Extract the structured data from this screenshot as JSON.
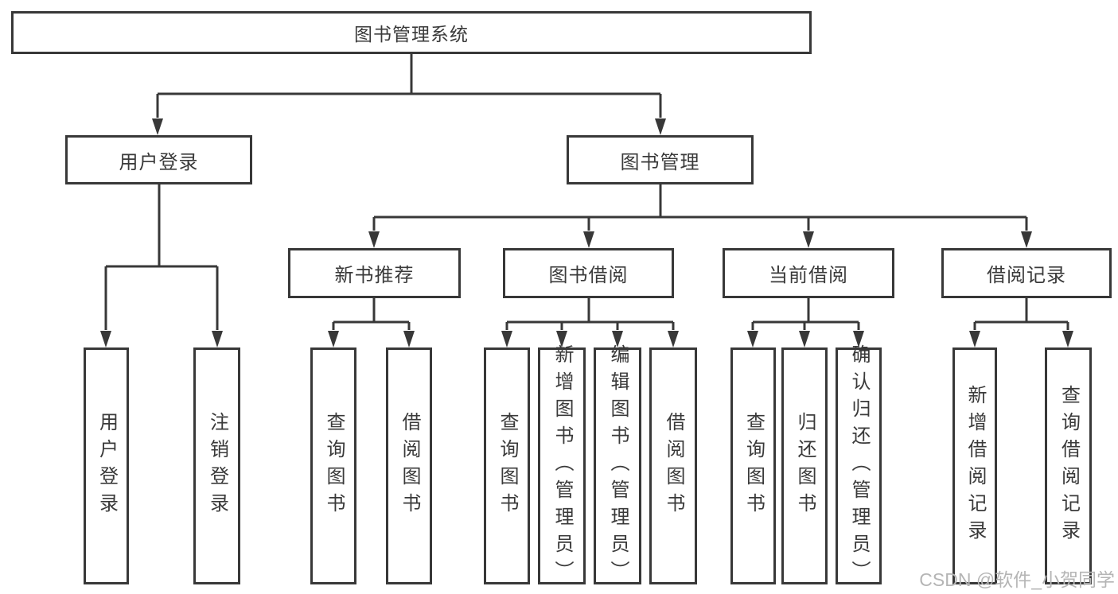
{
  "diagram": {
    "root": {
      "label": "图书管理系统",
      "children": [
        {
          "label": "用户登录",
          "children": [
            {
              "label": "用户登录"
            },
            {
              "label": "注销登录"
            }
          ]
        },
        {
          "label": "图书管理",
          "children": [
            {
              "label": "新书推荐",
              "children": [
                {
                  "label": "查询图书"
                },
                {
                  "label": "借阅图书"
                }
              ]
            },
            {
              "label": "图书借阅",
              "children": [
                {
                  "label": "查询图书"
                },
                {
                  "label": "新增图书（管理员）"
                },
                {
                  "label": "编辑图书（管理员）"
                },
                {
                  "label": "借阅图书"
                }
              ]
            },
            {
              "label": "当前借阅",
              "children": [
                {
                  "label": "查询图书"
                },
                {
                  "label": "归还图书"
                },
                {
                  "label": "确认归还（管理员）"
                }
              ]
            },
            {
              "label": "借阅记录",
              "children": [
                {
                  "label": "新增借阅记录"
                },
                {
                  "label": "查询借阅记录"
                }
              ]
            }
          ]
        }
      ]
    },
    "watermark": "CSDN @软件_小贺同学",
    "colors": {
      "stroke": "#383838",
      "text": "#3a3a3a",
      "watermark": "#b5b5b5",
      "background": "#ffffff"
    }
  }
}
